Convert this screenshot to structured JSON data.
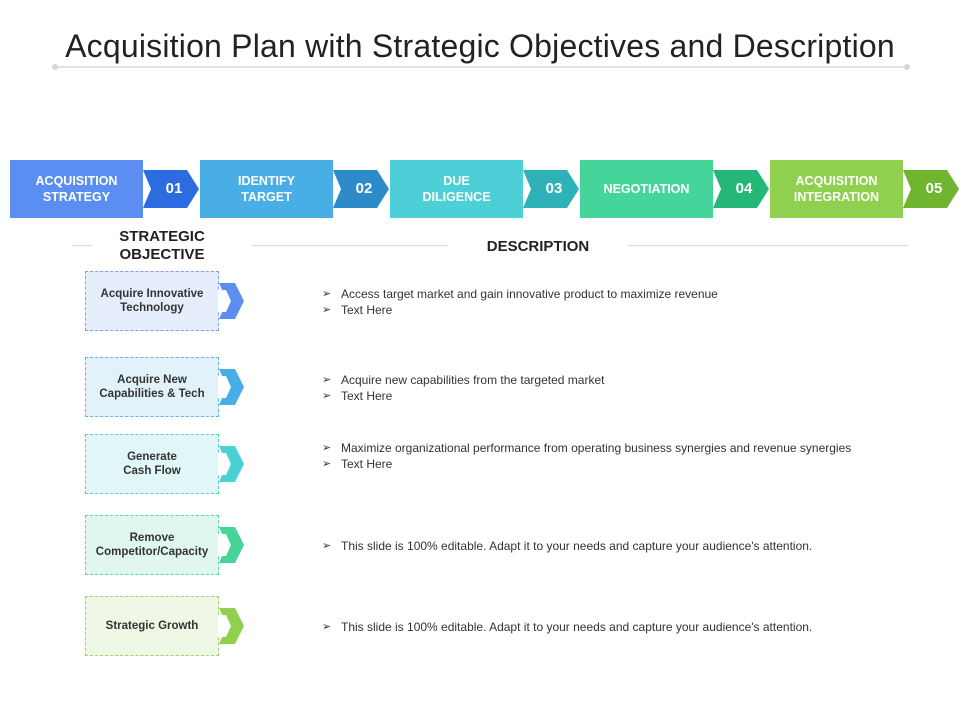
{
  "title": "Acquisition Plan with Strategic Objectives and Description",
  "stages": [
    {
      "label": "ACQUISITION\nSTRATEGY",
      "number": "01",
      "color": "#5b8ef0",
      "tag_color": "#2d6be0"
    },
    {
      "label": "IDENTIFY\nTARGET",
      "number": "02",
      "color": "#4aaee6",
      "tag_color": "#2e8bc9"
    },
    {
      "label": "DUE\nDILIGENCE",
      "number": "03",
      "color": "#4ccfd6",
      "tag_color": "#2eb2b8"
    },
    {
      "label": "NEGOTIATION",
      "number": "04",
      "color": "#45d49a",
      "tag_color": "#25b777"
    },
    {
      "label": "ACQUISITION\nINTEGRATION",
      "number": "05",
      "color": "#8fd14f",
      "tag_color": "#6fb52f"
    }
  ],
  "headers": {
    "objective": "STRATEGIC\nOBJECTIVE",
    "description": "DESCRIPTION"
  },
  "objectives": [
    {
      "label": "Acquire Innovative\nTechnology",
      "fill": "#e6eefc",
      "border": "#7aa1ee",
      "hex": "#5b8ef0",
      "bullets": [
        "Access target market and gain innovative  product to maximize revenue",
        "Text Here"
      ]
    },
    {
      "label": "Acquire New\nCapabilities & Tech",
      "fill": "#e2f2fb",
      "border": "#5fb6e8",
      "hex": "#4aaee6",
      "bullets": [
        "Acquire new capabilities from the targeted market",
        "Text Here"
      ]
    },
    {
      "label": "Generate\nCash Flow",
      "fill": "#e0f6f7",
      "border": "#5cd0d6",
      "hex": "#4ccfd6",
      "bullets": [
        "Maximize organizational performance from operating business synergies and revenue synergies",
        "Text Here"
      ]
    },
    {
      "label": "Remove\nCompetitor/Capacity",
      "fill": "#e0f7ee",
      "border": "#5bd6a3",
      "hex": "#45d49a",
      "bullets": [
        "This slide is 100% editable. Adapt it to your needs and capture your audience's attention."
      ]
    },
    {
      "label": "Strategic Growth",
      "fill": "#eef8e4",
      "border": "#9fd46b",
      "hex": "#8fd14f",
      "bullets": [
        "This slide is 100% editable. Adapt it to your needs and capture your audience's attention."
      ]
    }
  ]
}
